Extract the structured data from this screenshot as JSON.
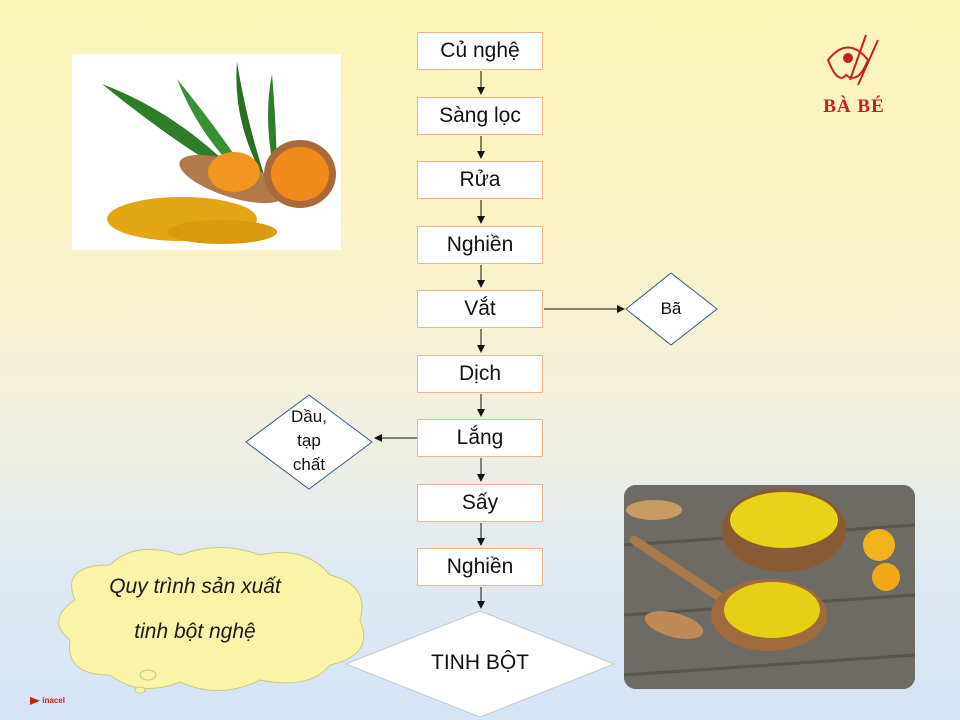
{
  "steps": [
    "Củ nghệ",
    "Sàng lọc",
    "Rửa",
    "Nghiền",
    "Vắt",
    "Dịch",
    "Lắng",
    "Sấy",
    "Nghiền"
  ],
  "byproduct_right": "Bã",
  "byproduct_left": [
    "Dầu,",
    "tạp",
    "chất"
  ],
  "final_product": "TINH BỘT",
  "caption": [
    "Quy trình sản xuất",
    "tinh bột nghệ"
  ],
  "brand": {
    "logo_text": "BÀ BÉ",
    "color": "#c81e1e"
  },
  "footer_logo": "inacel",
  "colors": {
    "box_border": "#f0b48c",
    "diamond_border": "#2e5d8a",
    "turmeric": "#e8a10c"
  }
}
